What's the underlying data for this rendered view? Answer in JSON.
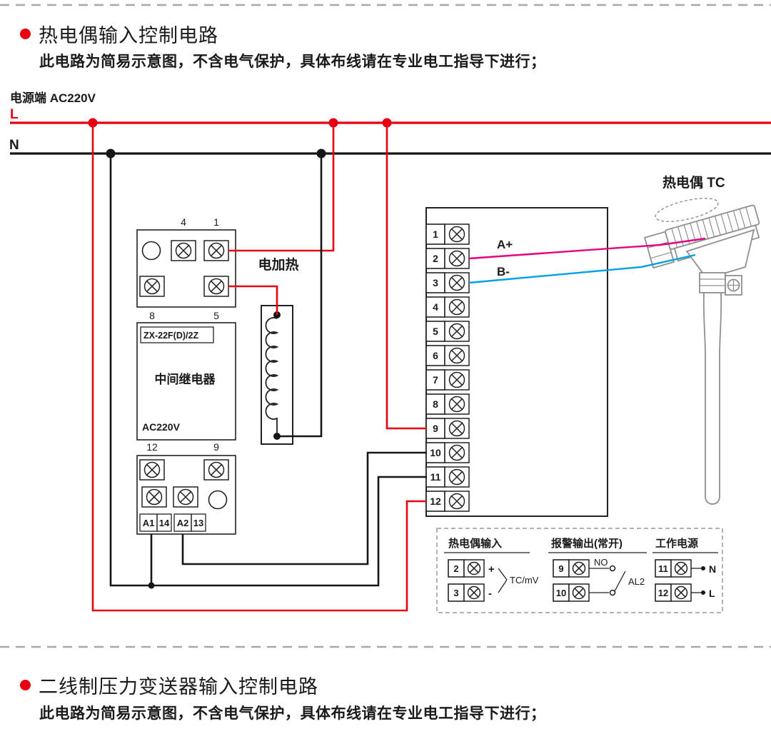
{
  "colors": {
    "line_red": "#e60012",
    "line_black": "#161616",
    "wire_magenta": "#e4007f",
    "wire_blue": "#00a0e9",
    "component_gray": "#8f8f8f"
  },
  "section1": {
    "title": "热电偶输入控制电路",
    "subtitle": "此电路为简易示意图，不含电气保护，具体布线请在专业电工指导下进行；",
    "power_label": "电源端 AC220V",
    "l_label": "L",
    "n_label": "N",
    "thermocouple_label": "热电偶 TC",
    "heater_label": "电加热",
    "wire_a_label": "A+",
    "wire_b_label": "B-"
  },
  "relay": {
    "top_numbers": [
      "4",
      "1"
    ],
    "upper_numbers": [
      "8",
      "5"
    ],
    "model": "ZX-22F(D)/2Z",
    "name": "中间继电器",
    "voltage": "AC220V",
    "lower_numbers": [
      "12",
      "9"
    ],
    "coil_labels": [
      "A1",
      "14",
      "A2",
      "13"
    ]
  },
  "terminal_block": {
    "numbers": [
      "1",
      "2",
      "3",
      "4",
      "5",
      "6",
      "7",
      "8",
      "9",
      "10",
      "11",
      "12"
    ]
  },
  "info_panel": {
    "group1": {
      "title": "热电偶输入",
      "top_number": "2",
      "bottom_number": "3",
      "plus": "+",
      "minus": "-",
      "signal_label": "TC/mV"
    },
    "group2": {
      "title": "报警输出(常开)",
      "top_number": "9",
      "bottom_number": "10",
      "no_label": "NO",
      "alarm_label": "AL2"
    },
    "group3": {
      "title": "工作电源",
      "top_number": "11",
      "bottom_number": "12",
      "n_label": "N",
      "l_label": "L"
    }
  },
  "section2": {
    "title": "二线制压力变送器输入控制电路",
    "subtitle": "此电路为简易示意图，不含电气保护，具体布线请在专业电工指导下进行；"
  }
}
